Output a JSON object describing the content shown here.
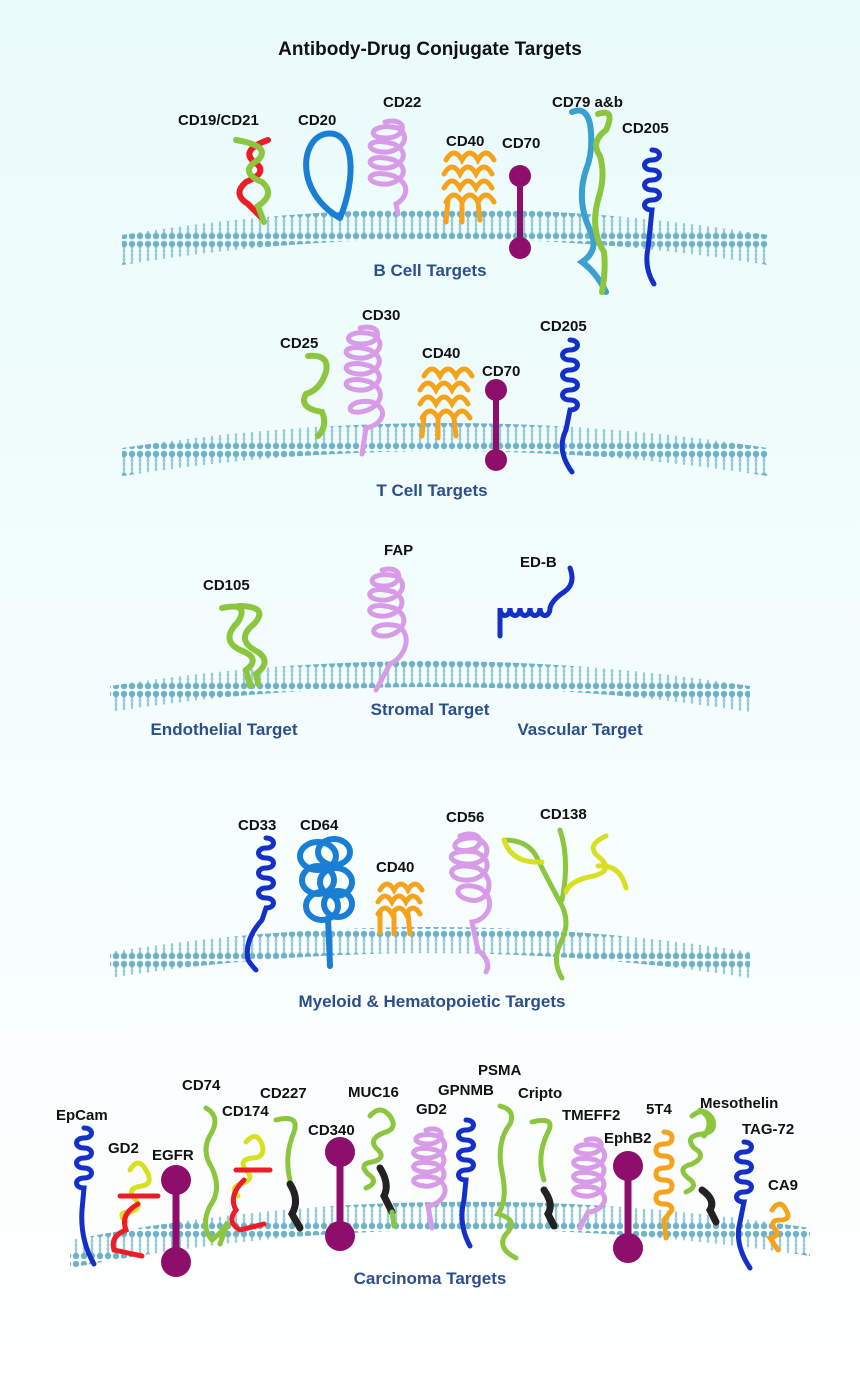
{
  "title": "Antibody-Drug Conjugate Targets",
  "colors": {
    "membrane": "#6fb1c7",
    "green": "#8cc63f",
    "red": "#ee1c24",
    "blue": "#1a7fd4",
    "lilac": "#d79be8",
    "orange": "#f7a21b",
    "purple": "#8e0f6b",
    "navy": "#1530c8",
    "yellow": "#d9e021",
    "skyblue": "#3aa0d0",
    "black": "#222222",
    "section": "#2b4e8e"
  },
  "sections": {
    "b_cell": {
      "label": "B Cell Targets",
      "targets": [
        "CD19/CD21",
        "CD20",
        "CD22",
        "CD40",
        "CD70",
        "CD79 a&b",
        "CD205"
      ]
    },
    "t_cell": {
      "label": "T Cell Targets",
      "targets": [
        "CD25",
        "CD30",
        "CD40",
        "CD70",
        "CD205"
      ]
    },
    "stromal": {
      "endothelial_label": "Endothelial Target",
      "stromal_label": "Stromal Target",
      "vascular_label": "Vascular Target",
      "targets": [
        "CD105",
        "FAP",
        "ED-B"
      ]
    },
    "myeloid": {
      "label": "Myeloid & Hematopoietic Targets",
      "targets": [
        "CD33",
        "CD64",
        "CD40",
        "CD56",
        "CD138"
      ]
    },
    "carcinoma": {
      "label": "Carcinoma Targets",
      "targets": [
        "EpCam",
        "GD2",
        "EGFR",
        "CD74",
        "CD174",
        "CD227",
        "CD340",
        "MUC16",
        "GD2",
        "GPNMB",
        "PSMA",
        "Cripto",
        "TMEFF2",
        "EphB2",
        "5T4",
        "Mesothelin",
        "TAG-72",
        "CA9"
      ]
    }
  }
}
